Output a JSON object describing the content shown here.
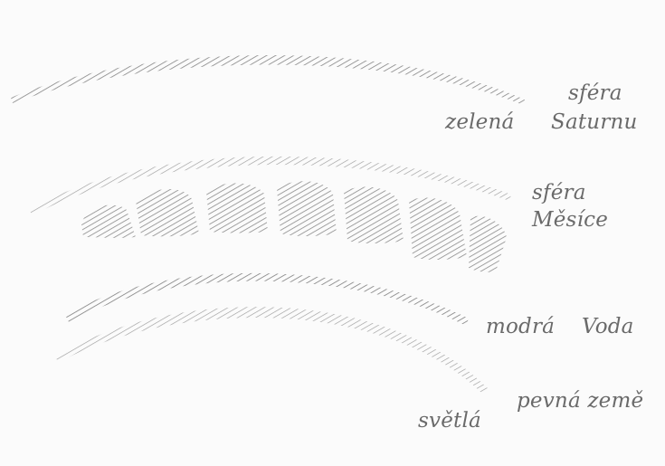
{
  "labels": {
    "sphere_saturn_line1": "sféra",
    "sphere_saturn_line2": "Saturnu",
    "green": "zelená",
    "sphere_moon_line1": "sféra",
    "sphere_moon_line2": "Měsíce",
    "blue": "modrá",
    "water": "Voda",
    "solid_earth": "pevná země",
    "light": "světlá"
  },
  "colors": {
    "hatch": "#8a8a8a",
    "hatch_dark": "#6f6f6f",
    "text": "#6a6a6a",
    "background": "#fbfbfb"
  }
}
